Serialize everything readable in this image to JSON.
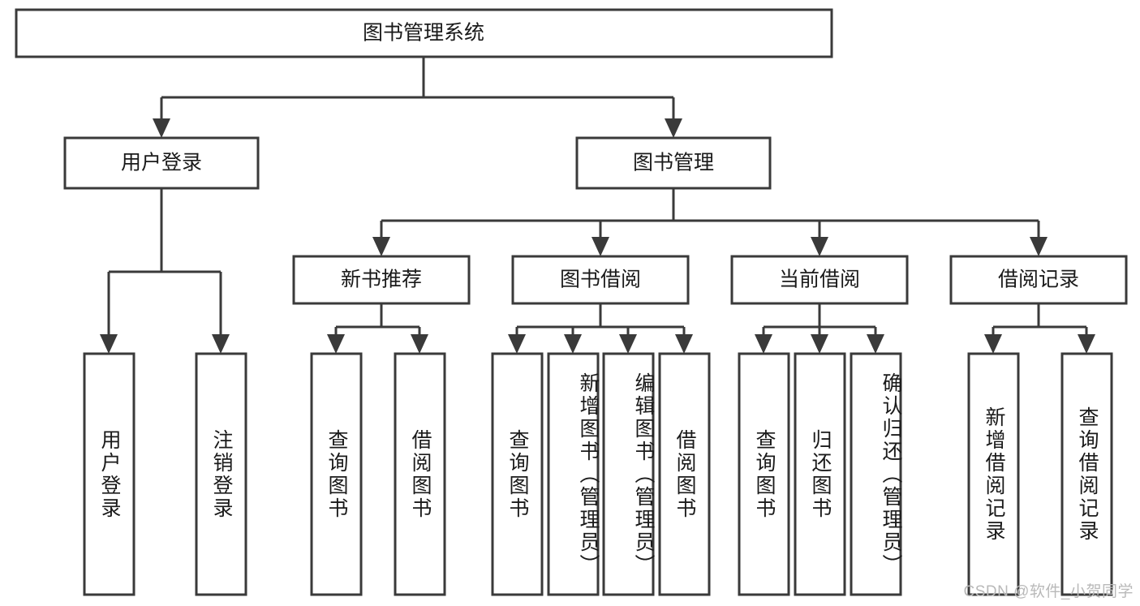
{
  "diagram": {
    "title": "图书管理系统",
    "type": "tree-hierarchy-chart",
    "root": {
      "label": "图书管理系统"
    },
    "level2": [
      {
        "label": "用户登录"
      },
      {
        "label": "图书管理"
      }
    ],
    "level3": [
      {
        "label": "新书推荐"
      },
      {
        "label": "图书借阅"
      },
      {
        "label": "当前借阅"
      },
      {
        "label": "借阅记录"
      }
    ],
    "leaves": [
      {
        "label": "用户登录"
      },
      {
        "label": "注销登录"
      },
      {
        "label": "查询图书"
      },
      {
        "label": "借阅图书"
      },
      {
        "label": "查询图书"
      },
      {
        "label": "新增图书（管理员）"
      },
      {
        "label": "编辑图书（管理员）"
      },
      {
        "label": "借阅图书"
      },
      {
        "label": "查询图书"
      },
      {
        "label": "归还图书"
      },
      {
        "label": "确认归还（管理员）"
      },
      {
        "label": "新增借阅记录"
      },
      {
        "label": "查询借阅记录"
      }
    ],
    "colors": {
      "stroke": "#3a3a3a",
      "fill": "#ffffff",
      "text": "#1a1a1a",
      "watermark": "#b9b9b9",
      "background": "#ffffff"
    }
  },
  "watermark": {
    "text": "CSDN @软件_小贺同学"
  }
}
